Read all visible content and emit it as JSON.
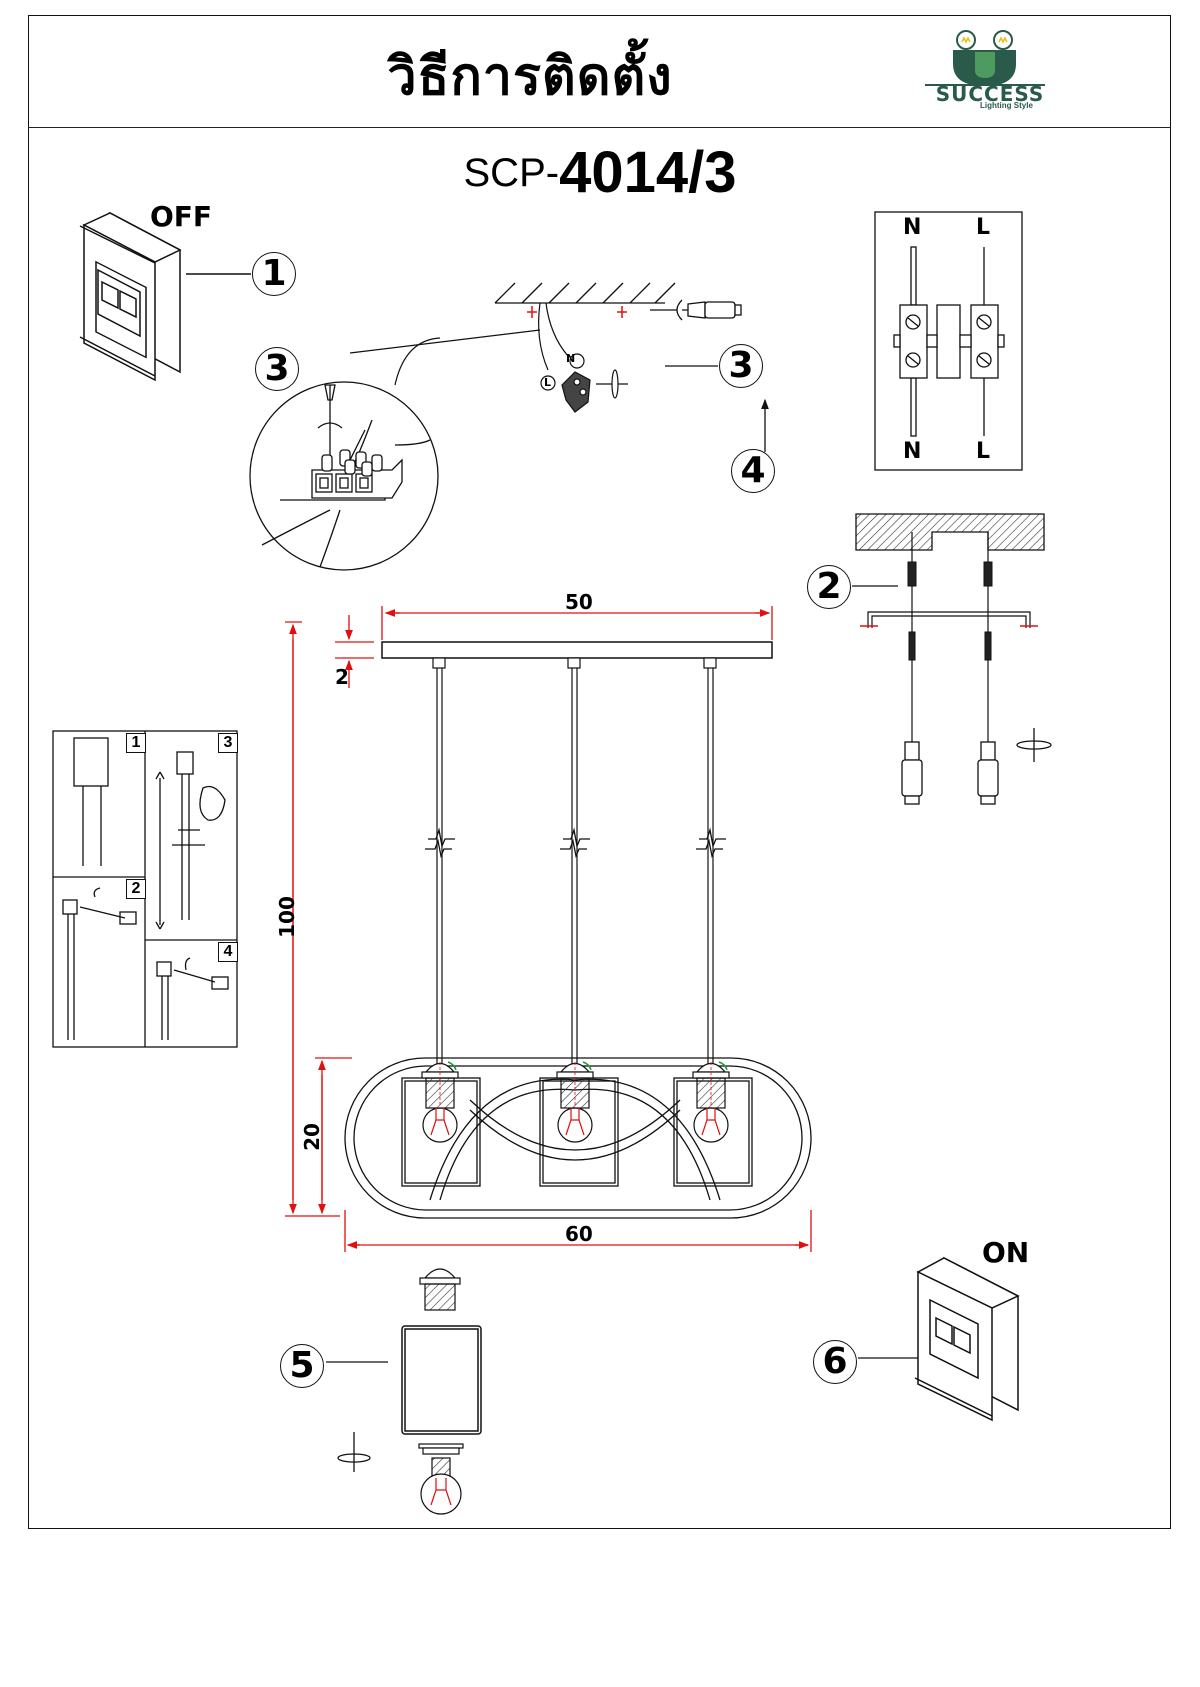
{
  "header": {
    "title": "วิธีการติดตั้ง",
    "model_prefix": "SCP-",
    "model_number": "4014/3",
    "logo": {
      "brand": "SUCCESS",
      "tagline": "Lighting Style",
      "icon": "bulb-pair-u-logo-icon",
      "colors": {
        "dark": "#2a5a4a",
        "light": "#4e9b5f",
        "bulb_glow": "#e8c020"
      }
    }
  },
  "switch_off": {
    "label": "OFF",
    "step": "1",
    "icon": "breaker-box-icon"
  },
  "switch_on": {
    "label": "ON",
    "step": "6",
    "icon": "breaker-box-icon"
  },
  "wiring": {
    "step_detail": "3",
    "step_right": "3",
    "step_up": "4",
    "wire_labels": {
      "neutral": "N",
      "live": "L"
    },
    "icons": [
      "ceiling-hatch-icon",
      "screwdriver-icon",
      "terminal-block-icon",
      "detail-circle-icon"
    ]
  },
  "terminal_diagram": {
    "top_labels": [
      "N",
      "L"
    ],
    "bottom_labels": [
      "N",
      "L"
    ],
    "icon": "terminal-connector-icon"
  },
  "mounting": {
    "step": "2",
    "icons": [
      "ceiling-slab-icon",
      "wall-plug-icon",
      "mounting-bracket-icon",
      "screwdriver-icon",
      "rotate-icon"
    ]
  },
  "cable_adjust_panels": {
    "panels": [
      {
        "number": "1",
        "icon": "canopy-rod-icon"
      },
      {
        "number": "2",
        "icon": "loosen-screw-icon"
      },
      {
        "number": "3",
        "icon": "adjust-length-icon"
      },
      {
        "number": "4",
        "icon": "tighten-screw-icon"
      }
    ]
  },
  "dimensions": {
    "canopy_width": "50",
    "canopy_height": "2",
    "total_height": "100",
    "shade_height": "20",
    "fixture_width": "60",
    "unit_color": "#e01010"
  },
  "fixture": {
    "lamp_count": 3
  },
  "assembly": {
    "step": "5",
    "icons": [
      "lamp-socket-icon",
      "glass-shade-icon",
      "shade-ring-icon",
      "bulb-icon",
      "rotate-icon"
    ]
  },
  "colors": {
    "line": "#111111",
    "dimension": "#e01010",
    "filament": "#e01010",
    "accent_green": "#1a9a30"
  }
}
